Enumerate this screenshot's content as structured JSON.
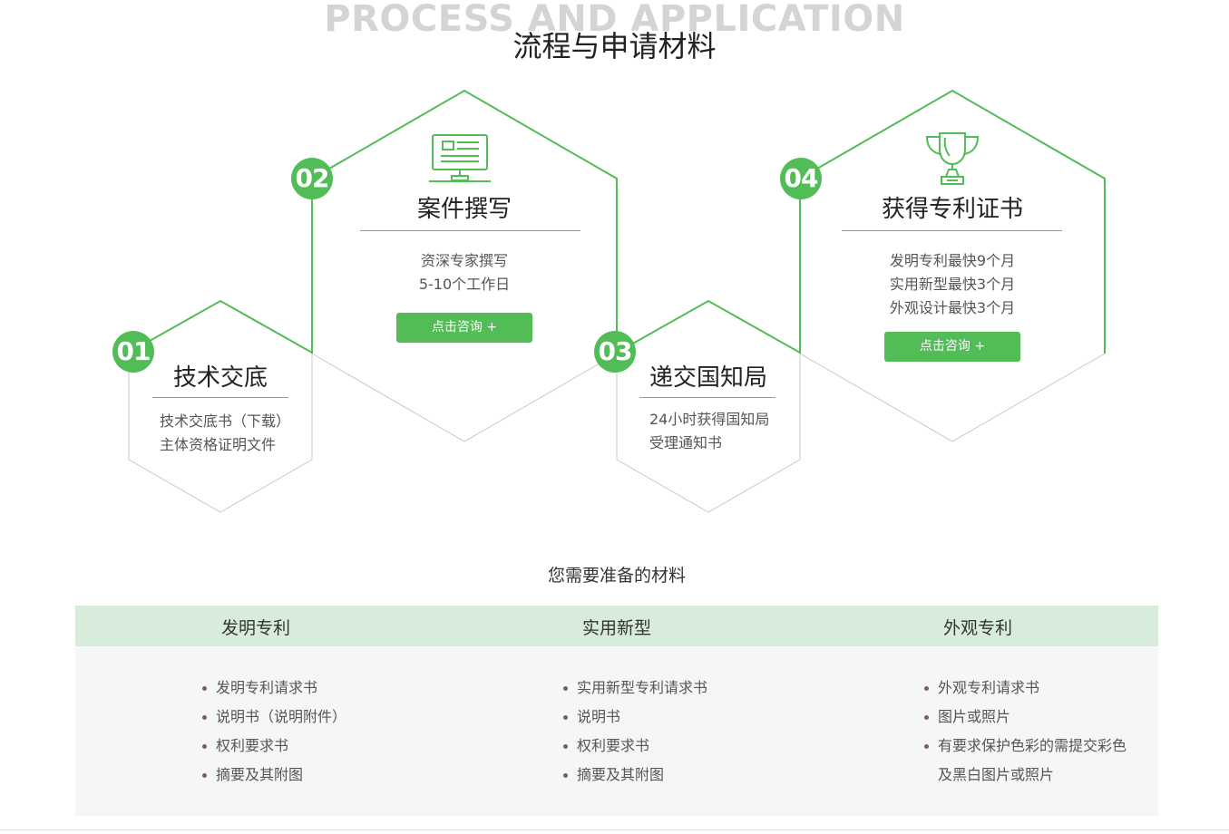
{
  "header": {
    "bg_title": "PROCESS AND APPLICATION",
    "title": "流程与申请材料"
  },
  "steps": [
    {
      "number": "01",
      "title": "技术交底",
      "lines": [
        "技术交底书（下载）",
        "主体资格证明文件"
      ],
      "button": ""
    },
    {
      "number": "02",
      "title": "案件撰写",
      "lines": [
        "资深专家撰写",
        "5-10个工作日"
      ],
      "button": "点击咨询 +",
      "icon": "monitor-icon"
    },
    {
      "number": "03",
      "title": "递交国知局",
      "lines": [
        "24小时获得国知局",
        "受理通知书"
      ],
      "button": ""
    },
    {
      "number": "04",
      "title": "获得专利证书",
      "lines": [
        "发明专利最快9个月",
        "实用新型最快3个月",
        "外观设计最快3个月"
      ],
      "button": "点击咨询 +",
      "icon": "trophy-icon"
    }
  ],
  "materials": {
    "heading": "您需要准备的材料",
    "columns": [
      {
        "title": "发明专利",
        "items": [
          "发明专利请求书",
          "说明书（说明附件）",
          "权利要求书",
          "摘要及其附图"
        ]
      },
      {
        "title": "实用新型",
        "items": [
          "实用新型专利请求书",
          "说明书",
          "权利要求书",
          "摘要及其附图"
        ]
      },
      {
        "title": "外观专利",
        "items": [
          "外观专利请求书",
          "图片或照片",
          "有要求保护色彩的需提交彩色",
          "及黑白图片或照片"
        ]
      }
    ]
  },
  "colors": {
    "accent": "#52bc56",
    "header_bar": "#d7ecda",
    "body_bg": "#f6f6f6",
    "hex_gray": "#c8c8c8"
  }
}
